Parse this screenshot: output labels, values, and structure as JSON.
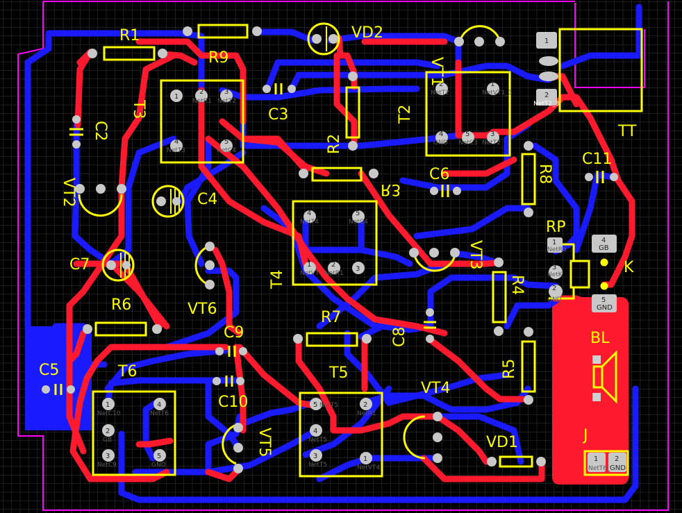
{
  "board": {
    "colors": {
      "background": "#000000",
      "grid": "#3a3a3a",
      "outline": "#ff00ff",
      "top_copper": "#ff1a2e",
      "bottom_copper": "#1a1aff",
      "silkscreen": "#ffff00",
      "pad": "#c8c8c8"
    }
  },
  "designators": {
    "R1": "R1",
    "R2": "R2",
    "R3": "R3",
    "R4": "R4",
    "R5": "R5",
    "R6": "R6",
    "R7": "R7",
    "R8": "R8",
    "R9": "R9",
    "C2": "C2",
    "C3": "C3",
    "C4": "C4",
    "C5": "C5",
    "C6": "C6",
    "C7": "C7",
    "C8": "C8",
    "C9": "C9",
    "C10": "C10",
    "C11": "C11",
    "T2": "T2",
    "T3": "T3",
    "T4": "T4",
    "T5": "T5",
    "T6": "T6",
    "VT1": "VT1",
    "VT2": "VT2",
    "VT3": "VT3",
    "VT4": "VT4",
    "VT5": "VT5",
    "VT6": "VT6",
    "VD1": "VD1",
    "VD2": "VD2",
    "RP": "RP",
    "K": "K",
    "BL": "BL",
    "J": "J",
    "TT": "TT"
  },
  "pins": {
    "T3": [
      "1",
      "2",
      "3",
      "4",
      "5"
    ],
    "T3_nets": [
      "",
      "NetR1",
      "NetT2",
      "NetT3",
      "NetC4"
    ],
    "T2": [
      "1",
      "2",
      "3",
      "4",
      "5"
    ],
    "T2_nets": [
      "NetT2",
      "NetVT1_3",
      "NetT2",
      "GND",
      "NetC3"
    ],
    "T4": [
      "1",
      "2",
      "3",
      "4",
      "5"
    ],
    "T4_nets": [
      "NetVT",
      "NetR1",
      "",
      "NetT4",
      "NetC4"
    ],
    "T5": [
      "1",
      "2",
      "3",
      "4",
      "5"
    ],
    "T5_nets": [
      "NetVT4",
      "NetR1",
      "NetT5",
      "NetT5",
      "NetT5"
    ],
    "T6": [
      "1",
      "2",
      "3",
      "4",
      "5"
    ],
    "T6_nets": [
      "NetC10",
      "GB",
      "NetC9",
      "NetT6",
      "GND"
    ],
    "TT": [
      "1",
      "2"
    ],
    "TT_nets": [
      "",
      "NetT2_3"
    ],
    "RP": [
      "1",
      "2",
      "3"
    ],
    "RP_nets": [
      "NetR8",
      "GND",
      "NetK"
    ],
    "K": [
      "4",
      "5"
    ],
    "K_nets": [
      "GB",
      "GND"
    ],
    "J": [
      "1",
      "2"
    ],
    "J_nets": [
      "NetT6_",
      "GND"
    ]
  }
}
